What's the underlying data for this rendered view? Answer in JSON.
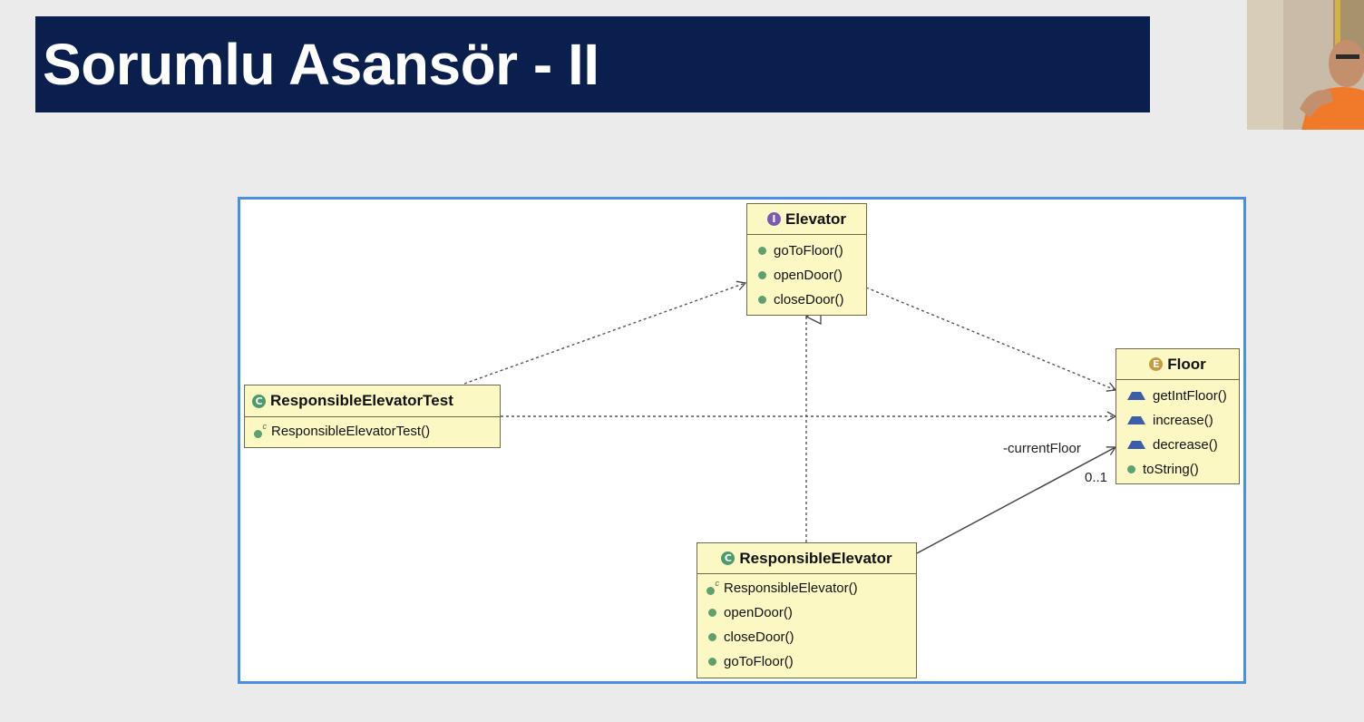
{
  "slide": {
    "title": "Sorumlu Asansör - II"
  },
  "diagram": {
    "classes": {
      "elevator": {
        "name": "Elevator",
        "kind": "interface",
        "badge": "I",
        "operations": [
          "goToFloor()",
          "openDoor()",
          "closeDoor()"
        ]
      },
      "floor": {
        "name": "Floor",
        "kind": "enum",
        "badge": "E",
        "operations": [
          "getIntFloor()",
          "increase()",
          "decrease()",
          "toString()"
        ]
      },
      "test": {
        "name": "ResponsibleElevatorTest",
        "kind": "class",
        "badge": "C",
        "operations": [
          "ResponsibleElevatorTest()"
        ]
      },
      "responsible": {
        "name": "ResponsibleElevator",
        "kind": "class",
        "badge": "C",
        "operations": [
          "ResponsibleElevator()",
          "openDoor()",
          "closeDoor()",
          "goToFloor()"
        ]
      }
    },
    "association": {
      "role": "-currentFloor",
      "multiplicity": "0..1"
    }
  },
  "colors": {
    "title_bg": "#0b1f4f",
    "frame_border": "#4a90e2",
    "class_fill": "#fcf8c4"
  }
}
